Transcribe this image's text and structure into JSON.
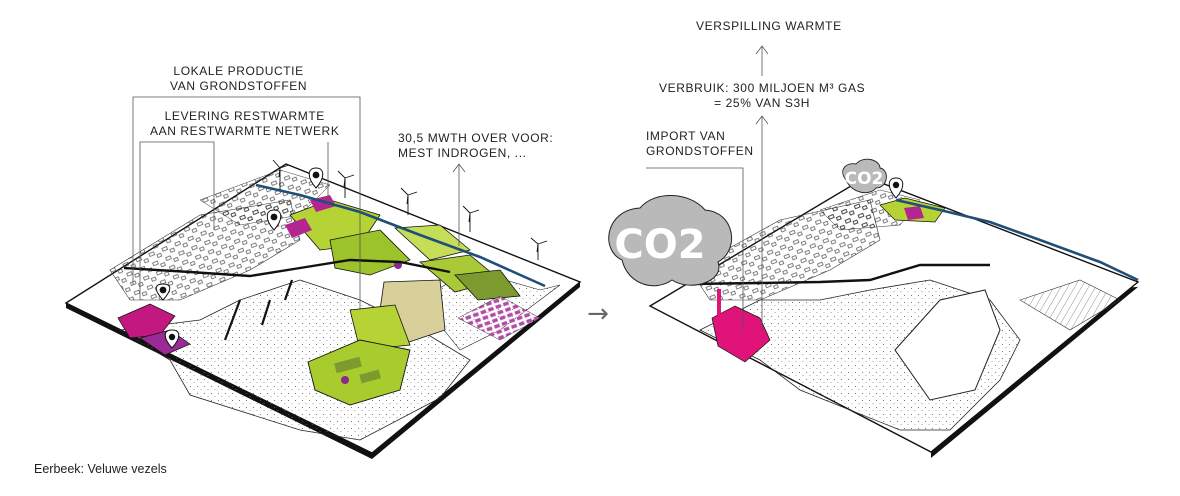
{
  "colors": {
    "magenta": "#e0137a",
    "purple": "#8b2a8b",
    "lime": "#b5d334",
    "olive": "#7c9a2e",
    "sand": "#d8cf9a",
    "river": "#1f4e79",
    "cloud": "#b9b9b9",
    "ink": "#111111"
  },
  "left_diagram": {
    "label_local_production_line1": "LOKALE PRODUCTIE",
    "label_local_production_line2": "VAN GRONDSTOFFEN",
    "label_residual_heat_line1": "LEVERING RESTWARMTE",
    "label_residual_heat_line2": "AAN RESTWARMTE NETWERK",
    "label_surplus_line1": "30,5 MWTH OVER VOOR:",
    "label_surplus_line2": "MEST INDROGEN, ..."
  },
  "transition_arrow": "→",
  "right_diagram": {
    "label_waste_heat": "VERSPILLING WARMTE",
    "label_consumption_line1": "VERBRUIK: 300 MILJOEN M³ GAS",
    "label_consumption_line2": "= 25% VAN S3H",
    "label_import_line1": "IMPORT VAN",
    "label_import_line2": "GRONDSTOFFEN",
    "co2_large": "CO2",
    "co2_small": "CO2"
  },
  "caption": "Eerbeek: Veluwe vezels"
}
